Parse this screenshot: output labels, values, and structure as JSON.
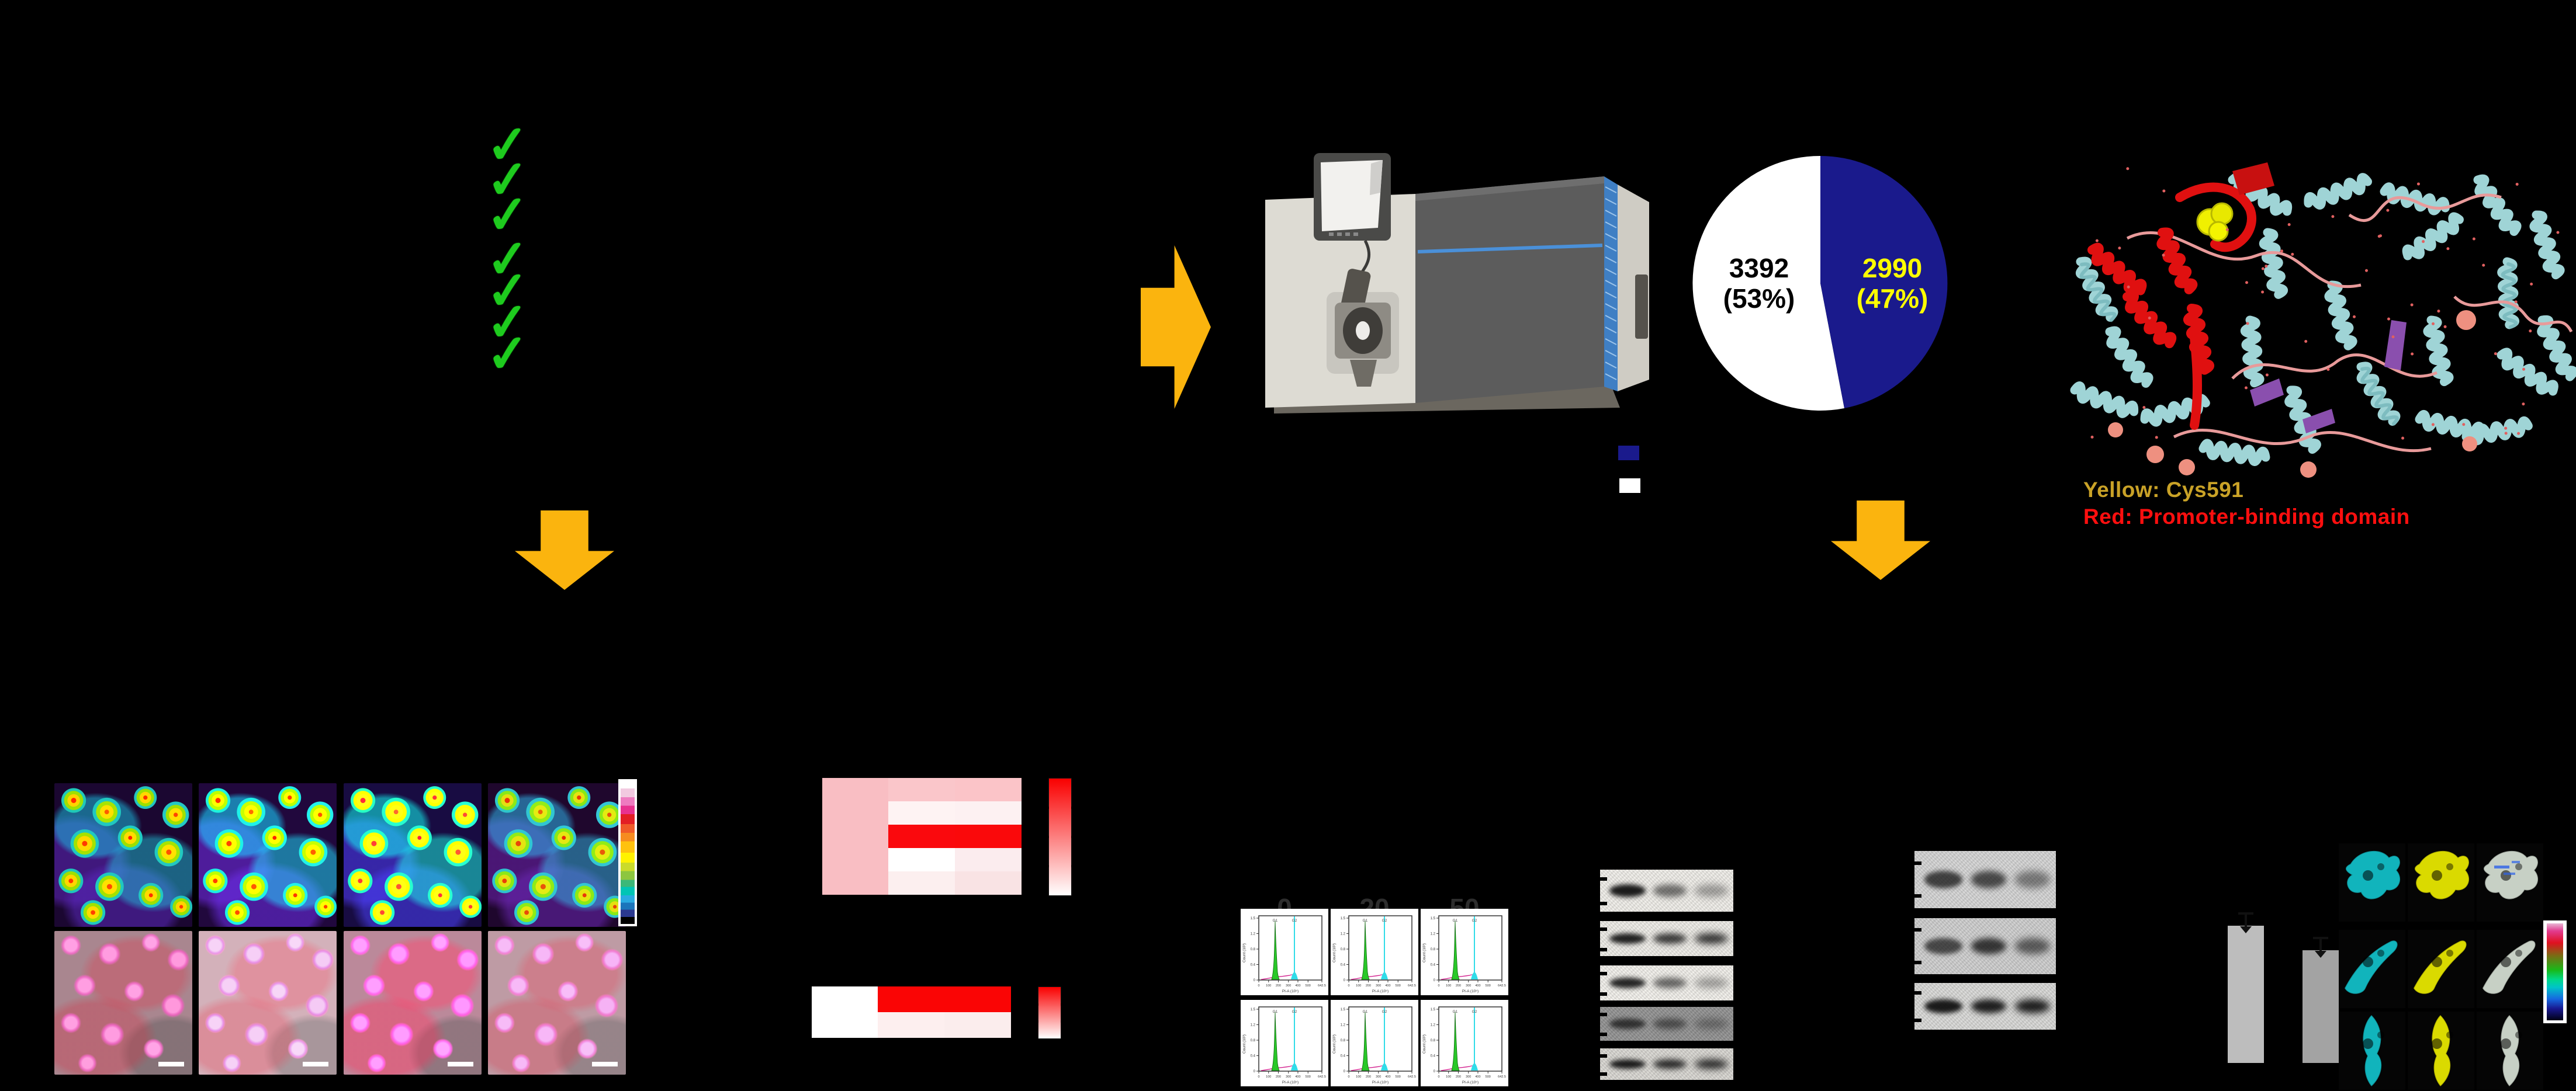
{
  "figure": {
    "background": "#000000",
    "description_visible_elements_only": true
  },
  "checklist": {
    "glyph": "✓",
    "count": 7,
    "color": "#1ECB1E"
  },
  "arrows": {
    "color": "#FBB40E",
    "right_arrow": "workflow-right",
    "down_arrow_left": "to-imaging",
    "down_arrow_right": "to-validation"
  },
  "mass_spec": {
    "panel_color": "#DDDBD3",
    "body_color": "#5C5C5C",
    "accent_blue": "#4A90D9",
    "base_color": "#6B675F"
  },
  "pie": {
    "slices": [
      {
        "label_lines": [
          "3392",
          "(53%)"
        ],
        "color": "#FFFFFF",
        "text_color": "#000000"
      },
      {
        "label_lines": [
          "2990",
          "(47%)"
        ],
        "color": "#1A1A8C",
        "text_color": "#FFFF00"
      }
    ]
  },
  "pie_legend": [
    {
      "swatch_color": "#1A1A8C"
    },
    {
      "swatch_color": "#FFFFFF"
    }
  ],
  "protein_labels": [
    {
      "text": "Yellow:  Cys591",
      "color": "#C9A227"
    },
    {
      "text": "Red:  Promoter-binding domain",
      "color": "#FF0F0F"
    }
  ],
  "protein_colors": {
    "ribbon": "#9FD4D6",
    "domain": "#E01010",
    "cys_sphere": "#F0F000",
    "loops": "#E89A9A",
    "strands": "#8A4FAE",
    "ions": "#EE9080"
  },
  "microscopy": {
    "rows": 2,
    "cols": 4,
    "top_row_style": "thermal-lut",
    "bottom_row_style": "pink-overlay",
    "scalebar_color": "#FFFFFF",
    "calibration_bar_segments": [
      "#ffffff",
      "#f2c9e0",
      "#ee7bc0",
      "#e8318f",
      "#e31e24",
      "#f05a28",
      "#f68b1f",
      "#ffc20e",
      "#fff200",
      "#cadb2a",
      "#8dc63f",
      "#3cb878",
      "#00c5b5",
      "#29abe2",
      "#1b75bb",
      "#2b3990",
      "#000000"
    ]
  },
  "heatmap_top": {
    "cols": 3,
    "rows": 5,
    "col1_color": "#F9BEC3",
    "cells": [
      [
        "#FAC6CA",
        "#FBC4C8"
      ],
      [
        "#FEF3F3",
        "#FDF1F2"
      ],
      [
        "#FA090D",
        "#FA090B"
      ],
      [
        "#FFFFFF",
        "#FBECEE"
      ],
      [
        "#FCEFEF",
        "#F9E3E4"
      ]
    ],
    "colorbar_top": "#F90000",
    "colorbar_bottom": "#FFFFFF"
  },
  "heatmap_bottom": {
    "cols": 3,
    "rows": 2,
    "col1_color": "#FFFFFF",
    "cells": [
      [
        "#FA0505",
        "#FA0505"
      ],
      [
        "#FDEFEF",
        "#FBEDED"
      ]
    ],
    "colorbar_top": "#F90000",
    "colorbar_bottom": "#FFFFFF"
  },
  "flow": {
    "headers": [
      "0",
      "20",
      "50"
    ],
    "ylabel": "Count (10³)",
    "xlabel": "PI-A (10⁵)",
    "yticks": [
      "0",
      "0.4",
      "0.8",
      "1.2",
      "1.5"
    ],
    "xticks": [
      "0",
      "100",
      "200",
      "300",
      "400",
      "500",
      "642.5"
    ],
    "peak1_label": "G1",
    "peak2_label": "G2",
    "peak1_color": "#28C828",
    "peak2_color": "#30DCE8",
    "trace_color": "#D01488"
  },
  "blots_left": {
    "strips": [
      {
        "bg": "#F1EFEA",
        "lanes": [
          0.95,
          0.55,
          0.35
        ]
      },
      {
        "bg": "#EFEDE8",
        "lanes": [
          0.92,
          0.8,
          0.85
        ]
      },
      {
        "bg": "#F3F1EC",
        "lanes": [
          0.9,
          0.6,
          0.35
        ]
      },
      {
        "bg": "#939393",
        "lanes": [
          0.75,
          0.55,
          0.35
        ]
      },
      {
        "bg": "#DAD8D3",
        "lanes": [
          0.95,
          0.88,
          0.9
        ]
      }
    ]
  },
  "blots_right": {
    "strips": [
      {
        "bg": "#D6D6D6",
        "lanes": [
          0.75,
          0.7,
          0.45
        ]
      },
      {
        "bg": "#CFCFCF",
        "lanes": [
          0.7,
          0.8,
          0.6
        ]
      },
      {
        "bg": "#DADAD8",
        "lanes": [
          0.95,
          0.92,
          0.93
        ]
      }
    ]
  },
  "bar_chart": {
    "bar_color_1": "#BDBDBD",
    "bar_color_2": "#A3A3A3",
    "values_relative": [
      1.0,
      0.82
    ]
  },
  "cells_grid": {
    "rows": 3,
    "cols": 3,
    "col_fills": [
      "#12BEC6",
      "#E6E600",
      "#D8E2D6"
    ],
    "ratio_speck_color": "#2E62E8"
  },
  "chart_data": [
    {
      "type": "pie",
      "values": [
        3392,
        2990
      ],
      "labels": [
        "3392 (53%)",
        "2990 (47%)"
      ],
      "colors": [
        "#FFFFFF",
        "#1A1A8C"
      ],
      "start_angle_deg": 0,
      "blue_sweep_deg": 169.2
    },
    {
      "type": "heatmap",
      "title": "",
      "rows": 5,
      "cols": 3,
      "cell_colors_described_in": "heatmap_top"
    },
    {
      "type": "heatmap",
      "title": "",
      "rows": 2,
      "cols": 3,
      "cell_colors_described_in": "heatmap_bottom"
    },
    {
      "type": "bar",
      "categories": [
        "",
        ""
      ],
      "values": [
        1.0,
        0.82
      ],
      "title": "",
      "xlabel": "",
      "ylabel": "",
      "note": "two gray bars with error whiskers, no visible tick labels"
    },
    {
      "type": "line",
      "title": "flow cytometry histograms 2x3",
      "series": [
        {
          "name": "G1",
          "x": 160
        },
        {
          "name": "G2",
          "x": 320
        }
      ],
      "xlabel": "PI-A (10⁵)",
      "ylabel": "Count (10³)",
      "panel_headers": [
        "0",
        "20",
        "50"
      ]
    }
  ]
}
